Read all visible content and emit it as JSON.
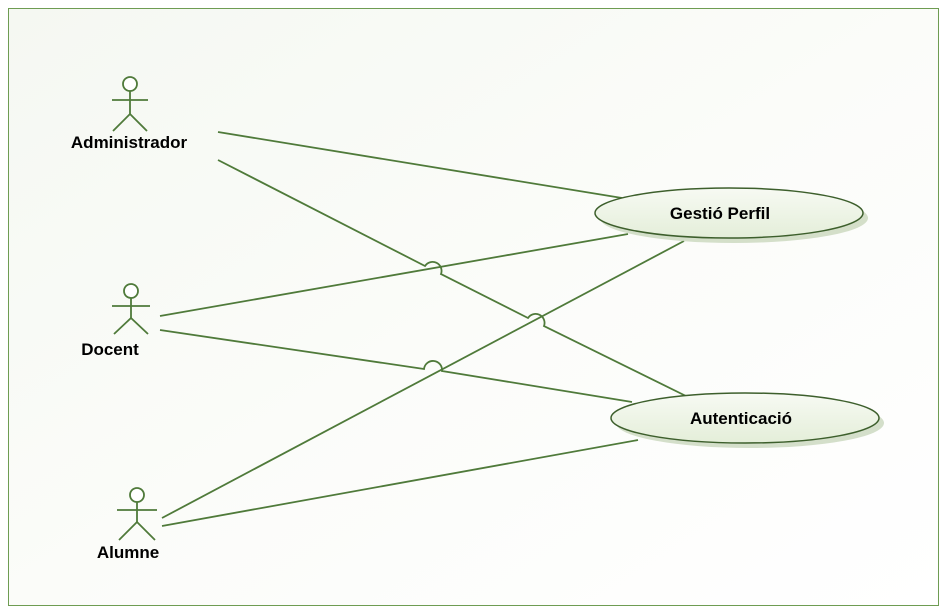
{
  "actors": {
    "administrador": {
      "label": "Administrador"
    },
    "docent": {
      "label": "Docent"
    },
    "alumne": {
      "label": "Alumne"
    }
  },
  "use_cases": {
    "gestio_perfil": {
      "label": "Gestió Perfil"
    },
    "autenticacio": {
      "label": "Autenticació"
    }
  },
  "associations": [
    {
      "actor": "Administrador",
      "use_case": "Gestió Perfil"
    },
    {
      "actor": "Administrador",
      "use_case": "Autenticació"
    },
    {
      "actor": "Docent",
      "use_case": "Gestió Perfil"
    },
    {
      "actor": "Docent",
      "use_case": "Autenticació"
    },
    {
      "actor": "Alumne",
      "use_case": "Gestió Perfil"
    },
    {
      "actor": "Alumne",
      "use_case": "Autenticació"
    }
  ],
  "colors": {
    "line": "#4f7a3a",
    "ellipse_fill": "#eef4e6",
    "ellipse_stroke": "#3d5f2c",
    "border": "#6e9c52"
  }
}
